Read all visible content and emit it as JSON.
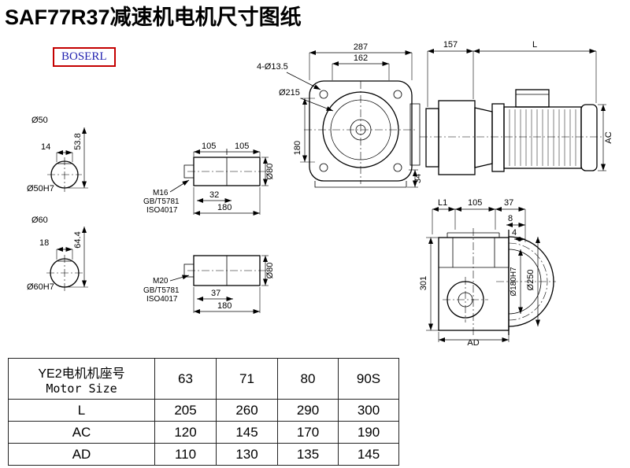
{
  "title": "SAF77R37减速机电机尺寸图纸",
  "logo": "BOSERL",
  "views": {
    "shaft_end_1": {
      "dia_label": "Ø50",
      "key_width": "14",
      "key_height": "53.8",
      "bore_label": "Ø50H7"
    },
    "shaft_end_2": {
      "dia_label": "Ø60",
      "key_width": "18",
      "key_height": "64.4",
      "bore_label": "Ø60H7"
    },
    "shaft_detail_1": {
      "seg_a": "105",
      "seg_b": "105",
      "thread": "M16",
      "standard_1": "GB/T5781",
      "standard_2": "ISO4017",
      "len_a": "32",
      "len_total": "180",
      "dia": "Ø80"
    },
    "shaft_detail_2": {
      "thread": "M20",
      "standard_1": "GB/T5781",
      "standard_2": "ISO4017",
      "len_a": "37",
      "len_total": "180",
      "dia": "Ø80"
    },
    "front_view": {
      "width_total": "287",
      "width_inner": "162",
      "mount_holes": "4-Ø13.5",
      "main_dia": "Ø215",
      "height": "180",
      "depth": "34"
    },
    "side_view": {
      "gearbox_len": "157",
      "motor_len": "L",
      "motor_dia": "AC"
    },
    "output_view": {
      "dim_l1": "L1",
      "dim_105": "105",
      "dim_37": "37",
      "dim_8": "8",
      "dim_4": "4",
      "height": "301",
      "spigot_dia": "Ø180H7",
      "flange_dia": "Ø250",
      "width": "AD"
    }
  },
  "table": {
    "header_cn": "YE2电机机座号",
    "header_en": "Motor Size",
    "sizes": [
      "63",
      "71",
      "80",
      "90S"
    ],
    "rows": [
      {
        "label": "L",
        "values": [
          "205",
          "260",
          "290",
          "300"
        ]
      },
      {
        "label": "AC",
        "values": [
          "120",
          "145",
          "170",
          "190"
        ]
      },
      {
        "label": "AD",
        "values": [
          "110",
          "130",
          "135",
          "145"
        ]
      }
    ]
  }
}
